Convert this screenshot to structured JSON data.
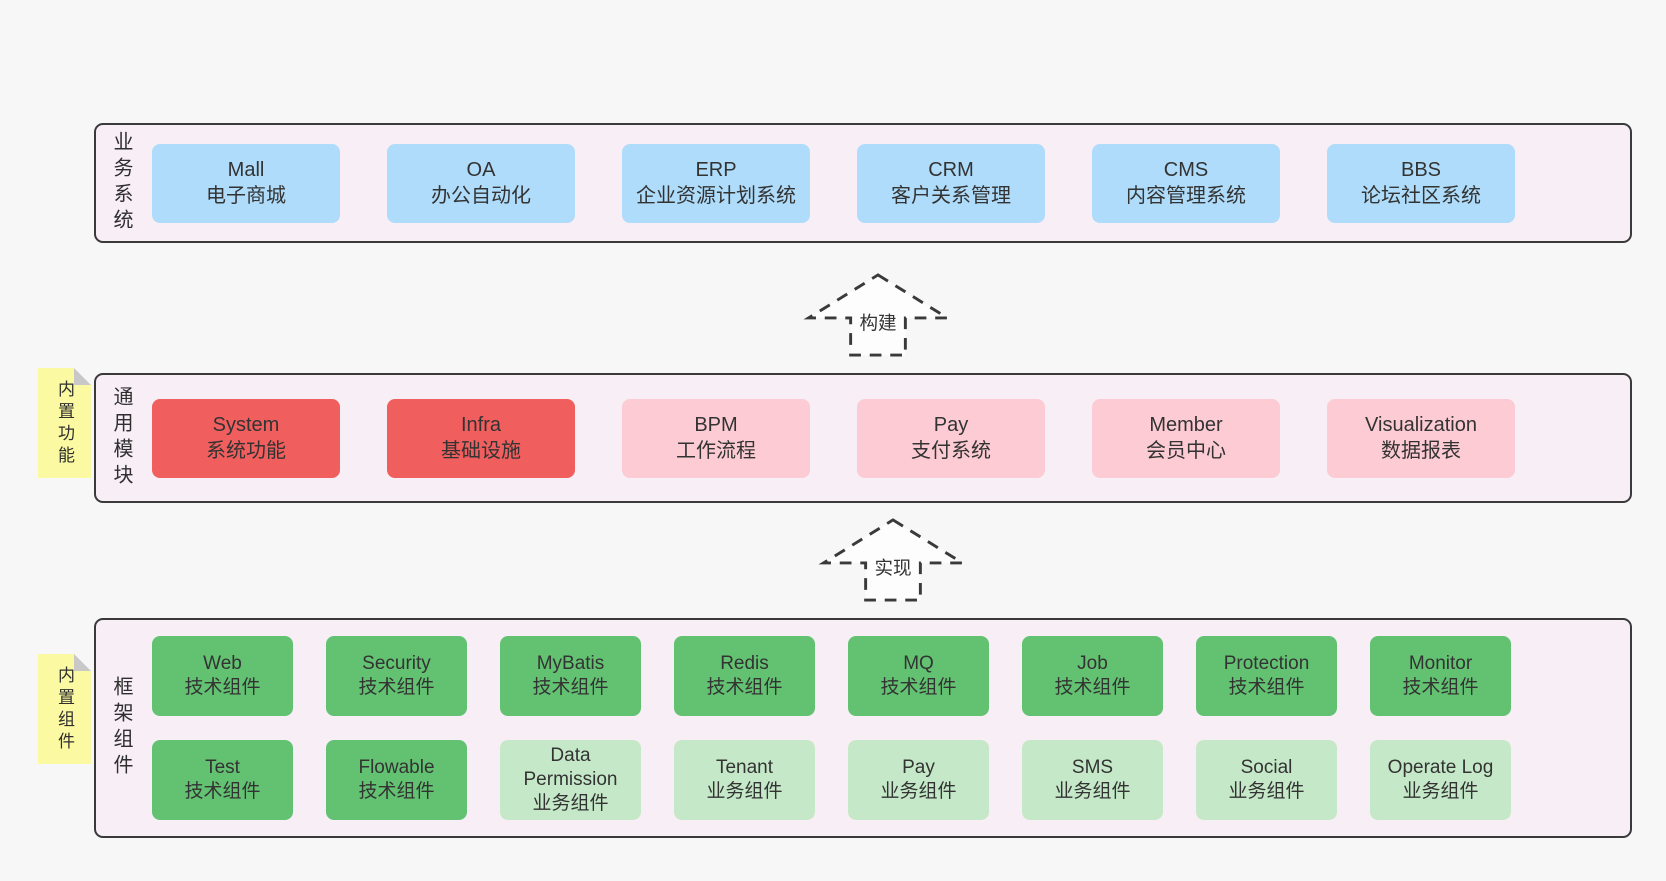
{
  "arrows": {
    "build": "构建",
    "implement": "实现"
  },
  "colors": {
    "page_bg": "#f7f7f7",
    "section_bg": "#f8eef6",
    "section_border": "#3a3a3a",
    "business_box": "#aedcfa",
    "core_module_box": "#f15e5e",
    "optional_module_box": "#fccbd3",
    "tech_component_box": "#63c271",
    "biz_component_box": "#c5e9c8",
    "sticky_note": "#fbf9a1",
    "sticky_fold": "#c8c8c8",
    "text": "#333333"
  },
  "sections": {
    "business": {
      "label": "业务系统",
      "items": [
        {
          "name": "Mall",
          "desc": "电子商城"
        },
        {
          "name": "OA",
          "desc": "办公自动化"
        },
        {
          "name": "ERP",
          "desc": "企业资源计划系统"
        },
        {
          "name": "CRM",
          "desc": "客户关系管理"
        },
        {
          "name": "CMS",
          "desc": "内容管理系统"
        },
        {
          "name": "BBS",
          "desc": "论坛社区系统"
        }
      ]
    },
    "modules": {
      "label": "通用模块",
      "tag": "内置功能",
      "items": [
        {
          "name": "System",
          "desc": "系统功能",
          "variant": "red"
        },
        {
          "name": "Infra",
          "desc": "基础设施",
          "variant": "red"
        },
        {
          "name": "BPM",
          "desc": "工作流程",
          "variant": "pink"
        },
        {
          "name": "Pay",
          "desc": "支付系统",
          "variant": "pink"
        },
        {
          "name": "Member",
          "desc": "会员中心",
          "variant": "pink"
        },
        {
          "name": "Visualization",
          "desc": "数据报表",
          "variant": "pink"
        }
      ]
    },
    "framework": {
      "label": "框架组件",
      "tag": "内置组件",
      "row1": [
        {
          "name": "Web",
          "desc": "技术组件",
          "variant": "green-dark"
        },
        {
          "name": "Security",
          "desc": "技术组件",
          "variant": "green-dark"
        },
        {
          "name": "MyBatis",
          "desc": "技术组件",
          "variant": "green-dark"
        },
        {
          "name": "Redis",
          "desc": "技术组件",
          "variant": "green-dark"
        },
        {
          "name": "MQ",
          "desc": "技术组件",
          "variant": "green-dark"
        },
        {
          "name": "Job",
          "desc": "技术组件",
          "variant": "green-dark"
        },
        {
          "name": "Protection",
          "desc": "技术组件",
          "variant": "green-dark"
        },
        {
          "name": "Monitor",
          "desc": "技术组件",
          "variant": "green-dark"
        }
      ],
      "row2": [
        {
          "name": "Test",
          "desc": "技术组件",
          "variant": "green-dark"
        },
        {
          "name": "Flowable",
          "desc": "技术组件",
          "variant": "green-dark"
        },
        {
          "name": "Data Permission",
          "desc": "业务组件",
          "variant": "green-light"
        },
        {
          "name": "Tenant",
          "desc": "业务组件",
          "variant": "green-light"
        },
        {
          "name": "Pay",
          "desc": "业务组件",
          "variant": "green-light"
        },
        {
          "name": "SMS",
          "desc": "业务组件",
          "variant": "green-light"
        },
        {
          "name": "Social",
          "desc": "业务组件",
          "variant": "green-light"
        },
        {
          "name": "Operate Log",
          "desc": "业务组件",
          "variant": "green-light"
        }
      ]
    }
  }
}
